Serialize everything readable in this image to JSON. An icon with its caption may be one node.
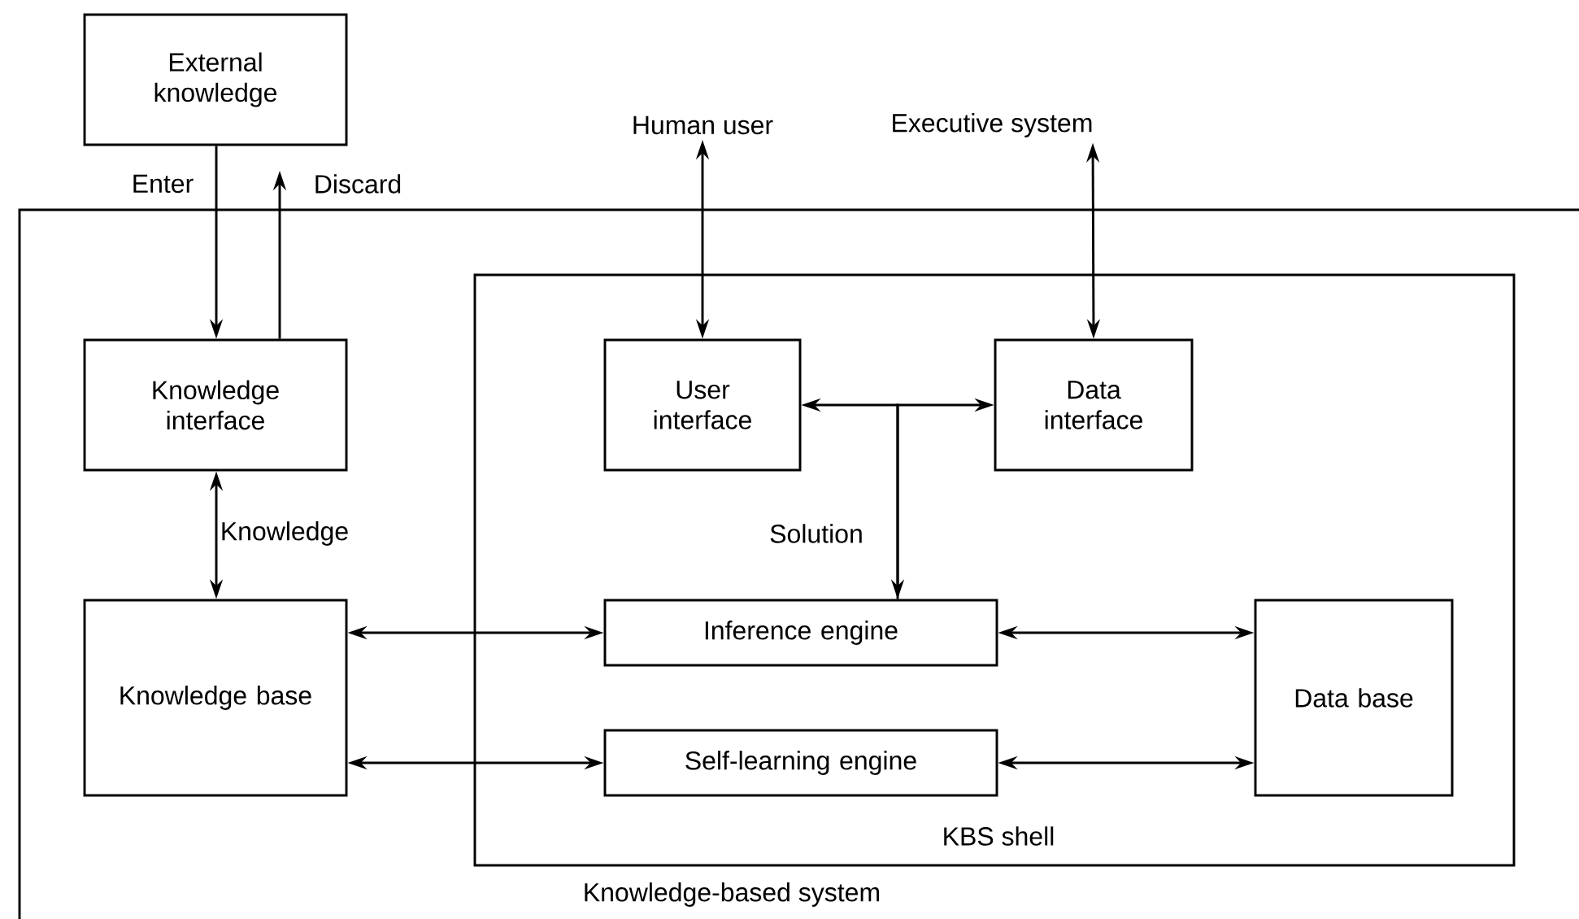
{
  "diagram": {
    "nodes": [
      {
        "text": [
          "Knowledge-based system"
        ]
      },
      {
        "text": [
          "External knowledge"
        ]
      },
      {
        "text": [
          "Knowledge interface"
        ],
        "in": 0
      },
      {
        "text": [
          "Knowledge base"
        ],
        "in": 0
      },
      {
        "text": [
          "KBS shell"
        ],
        "in": 0
      },
      {
        "text": [
          "User interface"
        ],
        "in": 4
      },
      {
        "text": [
          "Data interface"
        ],
        "in": 4
      },
      {
        "text": [
          "Inference engine"
        ],
        "in": 4
      },
      {
        "text": [
          "Self-learning engine"
        ],
        "in": 4
      },
      {
        "text": [
          "Data base"
        ],
        "in": 4
      },
      {
        "text": [
          "Human user"
        ]
      },
      {
        "text": [
          "Executive system"
        ]
      }
    ],
    "edges": [
      {
        "from": 1,
        "to": 2,
        "arrow": "to",
        "label": "Enter"
      },
      {
        "from": 2,
        "to": null,
        "arrow": "to",
        "label": "Discard"
      },
      {
        "from": 10,
        "to": 5,
        "arrow": "both"
      },
      {
        "from": 11,
        "to": 6,
        "arrow": "both"
      },
      {
        "from": 2,
        "to": 3,
        "arrow": "both",
        "label": "Knowledge"
      },
      {
        "from": 3,
        "to": 7,
        "arrow": "both"
      },
      {
        "from": 3,
        "to": 8,
        "arrow": "both"
      },
      {
        "from": 7,
        "to": 9,
        "arrow": "both"
      },
      {
        "from": 8,
        "to": 9,
        "arrow": "both"
      },
      {
        "from": 5,
        "to": 7,
        "arrow": "both",
        "label": "Solution"
      },
      {
        "from": 7,
        "to": 6,
        "arrow": "to"
      }
    ]
  }
}
